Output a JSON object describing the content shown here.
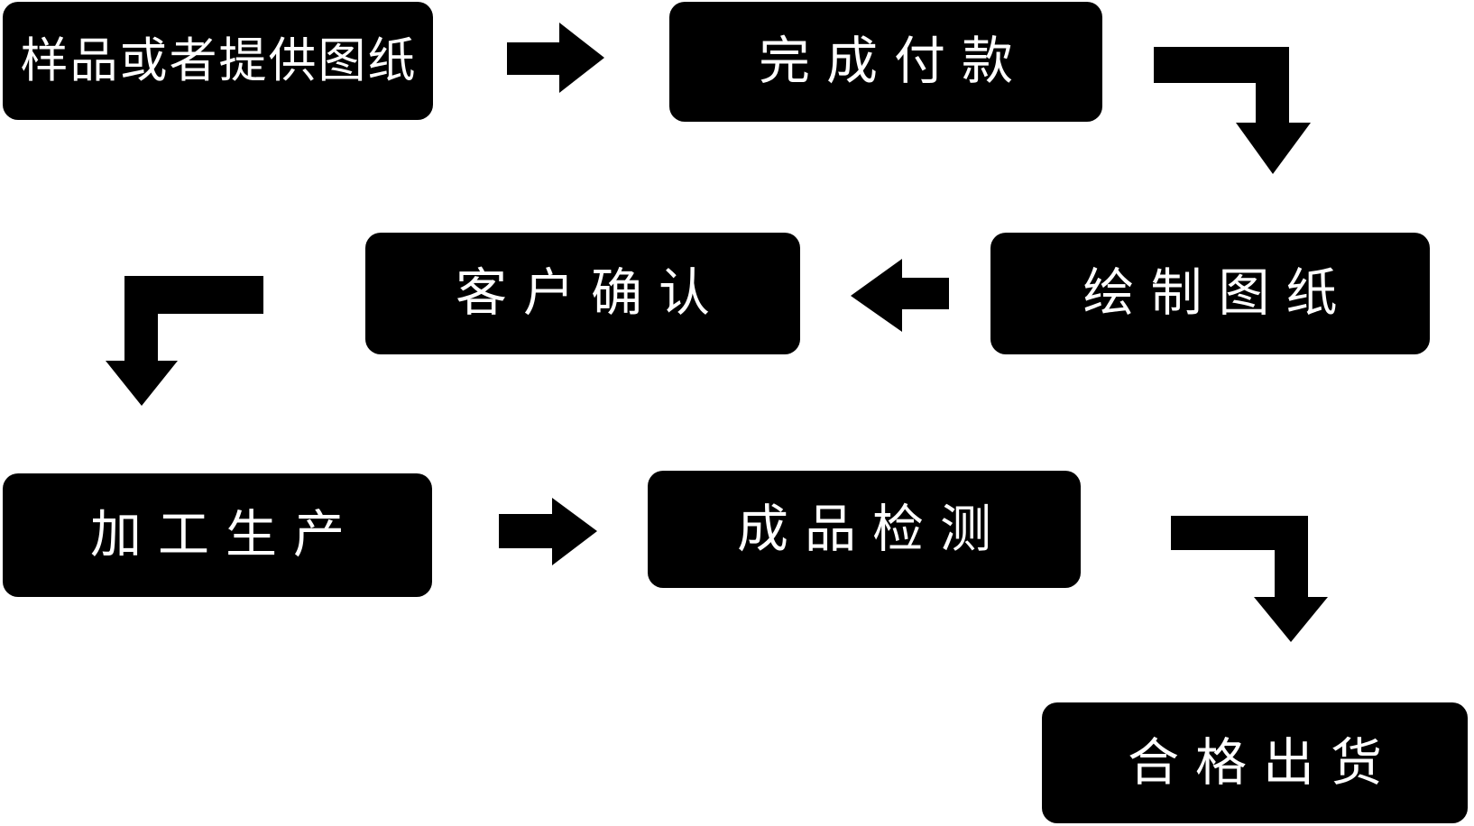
{
  "diagram": {
    "title": "production-process-flowchart",
    "colors": {
      "background": "#ffffff",
      "node_fill": "#000000",
      "node_text": "#ffffff",
      "arrow": "#000000"
    },
    "steps": [
      {
        "label": "样品或者提供图纸"
      },
      {
        "label": "完成付款"
      },
      {
        "label": "绘制图纸"
      },
      {
        "label": "客户确认"
      },
      {
        "label": "加工生产"
      },
      {
        "label": "成品检测"
      },
      {
        "label": "合格出货"
      }
    ],
    "arrows": [
      {
        "from": "样品或者提供图纸",
        "to": "完成付款",
        "shape": "straight-right"
      },
      {
        "from": "完成付款",
        "to": "绘制图纸",
        "shape": "elbow-right-down"
      },
      {
        "from": "绘制图纸",
        "to": "客户确认",
        "shape": "straight-left"
      },
      {
        "from": "客户确认",
        "to": "加工生产",
        "shape": "elbow-left-down"
      },
      {
        "from": "加工生产",
        "to": "成品检测",
        "shape": "straight-right"
      },
      {
        "from": "成品检测",
        "to": "合格出货",
        "shape": "elbow-right-down"
      }
    ]
  }
}
